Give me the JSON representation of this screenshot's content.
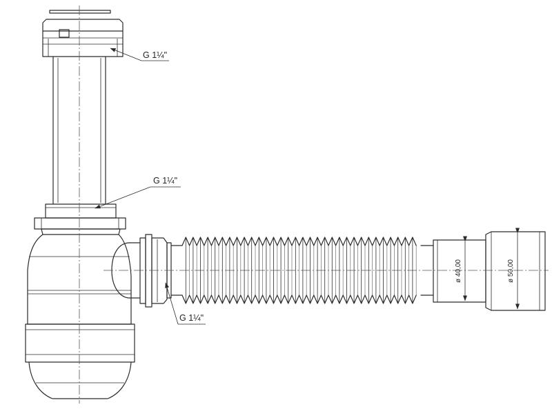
{
  "labels": {
    "top_thread": "G 1¼\"",
    "middle_thread": "G 1¼\"",
    "outlet_thread": "G 1¼\""
  },
  "dimensions": {
    "diameter_40": "ø 40,00",
    "diameter_50": "ø 50,00"
  },
  "colors": {
    "line": "#2a2a2a",
    "background": "#ffffff"
  }
}
